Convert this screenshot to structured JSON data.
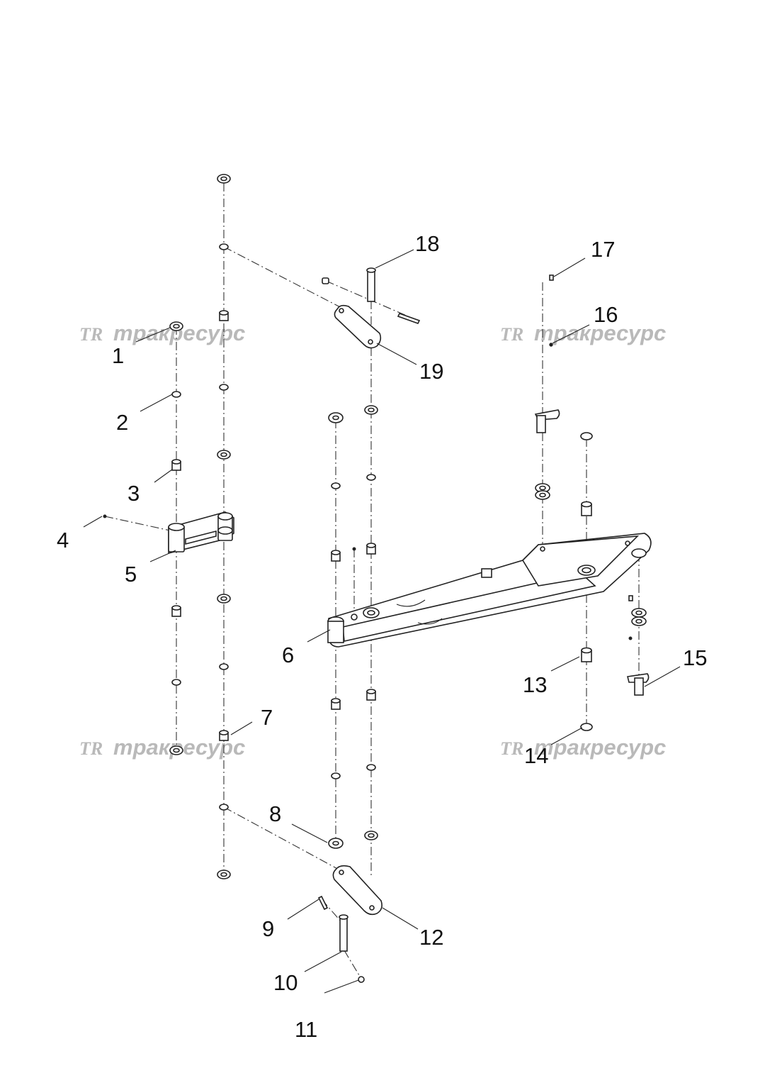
{
  "callouts": [
    "1",
    "2",
    "3",
    "4",
    "5",
    "6",
    "7",
    "8",
    "9",
    "10",
    "11",
    "12",
    "13",
    "14",
    "15",
    "16",
    "17",
    "18",
    "19"
  ],
  "watermark": {
    "logo": "TR",
    "text": "тракресурс"
  }
}
